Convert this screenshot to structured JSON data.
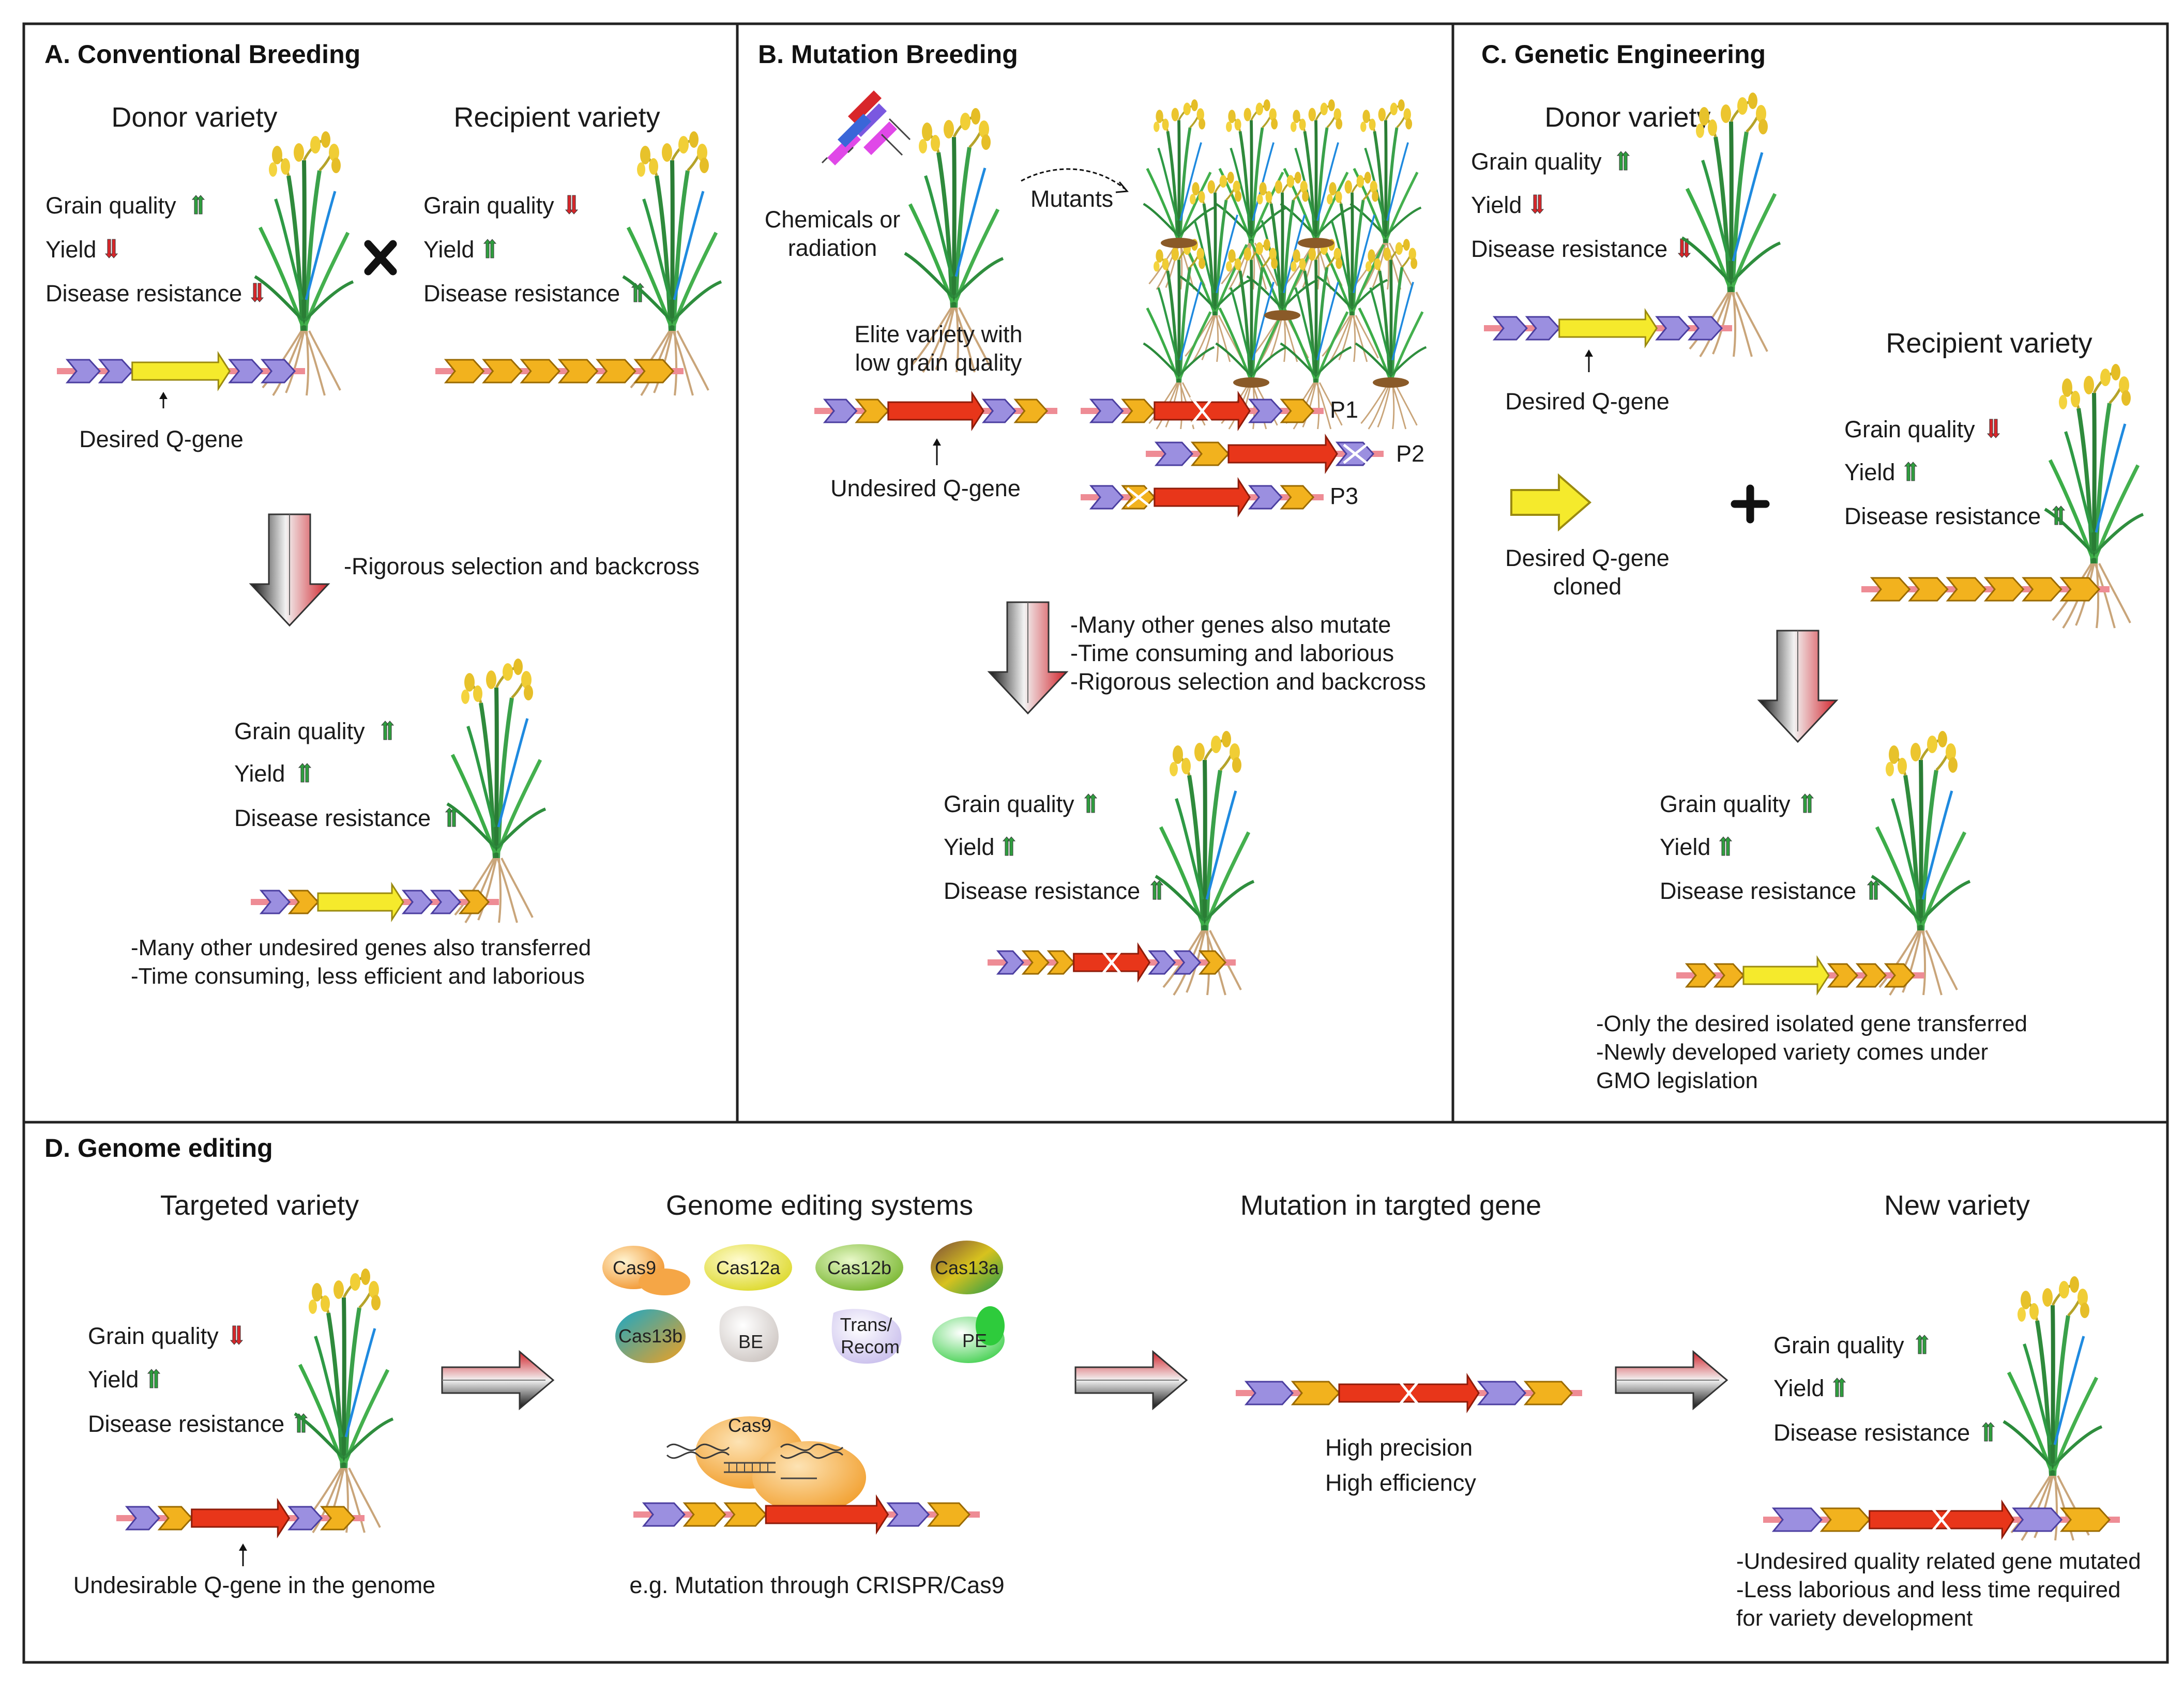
{
  "panels": {
    "A": {
      "title": "A. Conventional Breeding",
      "donor_title": "Donor variety",
      "recipient_title": "Recipient variety",
      "traits": [
        "Grain quality",
        "Yield",
        "Disease resistance"
      ],
      "donor_q_label": "Desired Q-gene",
      "arrow_note": "-Rigorous selection and backcross",
      "notes": [
        "-Many other undesired genes also transferred",
        "-Time consuming, less efficient and laborious"
      ]
    },
    "B": {
      "title": "B. Mutation Breeding",
      "chem_label": [
        "Chemicals or",
        "radiation"
      ],
      "mutants_label": "Mutants",
      "elite_label": [
        "Elite variety with",
        "low grain quality"
      ],
      "q_label": "Undesired Q-gene",
      "p_labels": [
        "P1",
        "P2",
        "P3"
      ],
      "arrow_notes": [
        "-Many other genes also mutate",
        "-Time consuming and laborious",
        "-Rigorous selection and backcross"
      ],
      "traits": [
        "Grain quality",
        "Yield",
        "Disease resistance"
      ]
    },
    "C": {
      "title": "C. Genetic Engineering",
      "donor_title": "Donor variety",
      "recipient_title": "Recipient variety",
      "traits": [
        "Grain quality",
        "Yield",
        "Disease resistance"
      ],
      "q_label": "Desired Q-gene",
      "cloned_label": [
        "Desired Q-gene",
        "cloned"
      ],
      "notes": [
        "-Only the desired isolated gene transferred",
        "-Newly developed variety comes under",
        "GMO legislation"
      ]
    },
    "D": {
      "title": "D. Genome editing",
      "col_titles": [
        "Targeted variety",
        "Genome editing systems",
        "Mutation in targted gene",
        "New variety"
      ],
      "traits": [
        "Grain quality",
        "Yield",
        "Disease resistance"
      ],
      "q_label": "Undesirable Q-gene in the genome",
      "systems": [
        "Cas9",
        "Cas12a",
        "Cas12b",
        "Cas13a",
        "Cas13b",
        "BE",
        "Trans/",
        "Recom",
        "PE"
      ],
      "cas9_label": "Cas9",
      "crispr_label": "e.g. Mutation through CRISPR/Cas9",
      "precision_notes": [
        "High precision",
        "High efficiency"
      ],
      "new_notes": [
        "-Undesired quality related gene mutated",
        "-Less laborious and less time required",
        "for variety development"
      ]
    }
  },
  "colors": {
    "up": "#2e9e3e",
    "down": "#d8262a",
    "purple_gene": "#9b8fe0",
    "orange_gene": "#f2b21e",
    "yellow_gene": "#f5ea2c",
    "red_gene": "#e8361a",
    "chromosome": "#ee8c95",
    "panel_border": "#222222"
  }
}
